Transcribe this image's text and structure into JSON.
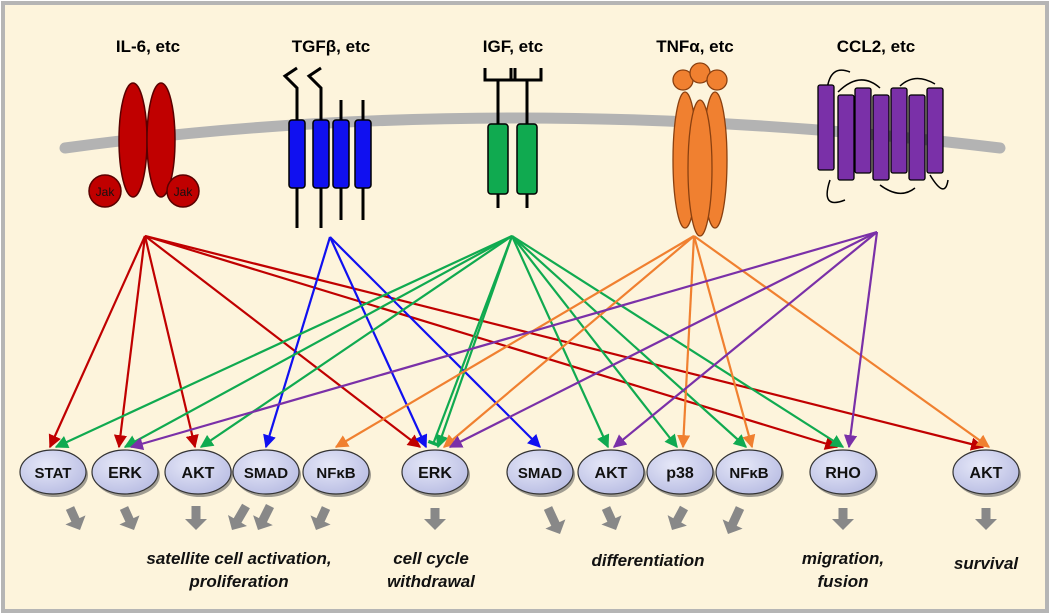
{
  "receptors": [
    {
      "id": "il6",
      "label": "IL-6, etc",
      "color": "#c00000"
    },
    {
      "id": "tgfb",
      "label": "TGFβ, etc",
      "color": "#1010f0"
    },
    {
      "id": "igf",
      "label": "IGF, etc",
      "color": "#10aa50"
    },
    {
      "id": "tnfa",
      "label": "TNFα, etc",
      "color": "#f08030"
    },
    {
      "id": "ccl2",
      "label": "CCL2, etc",
      "color": "#7a30a8"
    }
  ],
  "jak_label": "Jak",
  "nodes": [
    {
      "id": "stat",
      "label": "STAT"
    },
    {
      "id": "erk1",
      "label": "ERK"
    },
    {
      "id": "akt1",
      "label": "AKT"
    },
    {
      "id": "smad1",
      "label": "SMAD"
    },
    {
      "id": "nfkb1",
      "label": "NFκB"
    },
    {
      "id": "erk2",
      "label": "ERK"
    },
    {
      "id": "smad2",
      "label": "SMAD"
    },
    {
      "id": "akt2",
      "label": "AKT"
    },
    {
      "id": "p38",
      "label": "p38"
    },
    {
      "id": "nfkb2",
      "label": "NFκB"
    },
    {
      "id": "rho",
      "label": "RHO"
    },
    {
      "id": "akt3",
      "label": "AKT"
    }
  ],
  "edges": [
    {
      "from": "il6",
      "to": "stat",
      "type": "activate"
    },
    {
      "from": "il6",
      "to": "erk1",
      "type": "activate"
    },
    {
      "from": "il6",
      "to": "akt1",
      "type": "activate"
    },
    {
      "from": "il6",
      "to": "erk2",
      "type": "activate"
    },
    {
      "from": "il6",
      "to": "rho",
      "type": "activate"
    },
    {
      "from": "il6",
      "to": "akt3",
      "type": "activate"
    },
    {
      "from": "tgfb",
      "to": "smad1",
      "type": "activate"
    },
    {
      "from": "tgfb",
      "to": "erk2",
      "type": "activate"
    },
    {
      "from": "tgfb",
      "to": "smad2",
      "type": "activate"
    },
    {
      "from": "igf",
      "to": "stat",
      "type": "activate"
    },
    {
      "from": "igf",
      "to": "erk1",
      "type": "activate"
    },
    {
      "from": "igf",
      "to": "akt1",
      "type": "activate"
    },
    {
      "from": "igf",
      "to": "erk2",
      "type": "inhibit"
    },
    {
      "from": "igf",
      "to": "erk2",
      "type": "activate"
    },
    {
      "from": "igf",
      "to": "akt2",
      "type": "activate"
    },
    {
      "from": "igf",
      "to": "p38",
      "type": "activate"
    },
    {
      "from": "igf",
      "to": "nfkb2",
      "type": "activate"
    },
    {
      "from": "igf",
      "to": "rho",
      "type": "activate"
    },
    {
      "from": "tnfa",
      "to": "nfkb1",
      "type": "activate"
    },
    {
      "from": "tnfa",
      "to": "erk2",
      "type": "activate"
    },
    {
      "from": "tnfa",
      "to": "p38",
      "type": "activate"
    },
    {
      "from": "tnfa",
      "to": "nfkb2",
      "type": "activate"
    },
    {
      "from": "tnfa",
      "to": "akt3",
      "type": "activate"
    },
    {
      "from": "ccl2",
      "to": "erk1",
      "type": "activate"
    },
    {
      "from": "ccl2",
      "to": "erk2",
      "type": "activate"
    },
    {
      "from": "ccl2",
      "to": "akt2",
      "type": "activate"
    },
    {
      "from": "ccl2",
      "to": "rho",
      "type": "activate"
    }
  ],
  "outcomes": [
    {
      "lines": [
        "satellite cell activation,",
        "proliferation"
      ]
    },
    {
      "lines": [
        "cell cycle",
        "withdrawal"
      ]
    },
    {
      "lines": [
        "differentiation"
      ]
    },
    {
      "lines": [
        "migration,",
        "fusion"
      ]
    },
    {
      "lines": [
        "survival"
      ]
    }
  ],
  "colors": {
    "background": "#fdf4dc",
    "border": "#b5b5b5",
    "membrane": "#b3b3b3",
    "node_fill": "#b9bde3",
    "outcome_arrow": "#888888"
  }
}
